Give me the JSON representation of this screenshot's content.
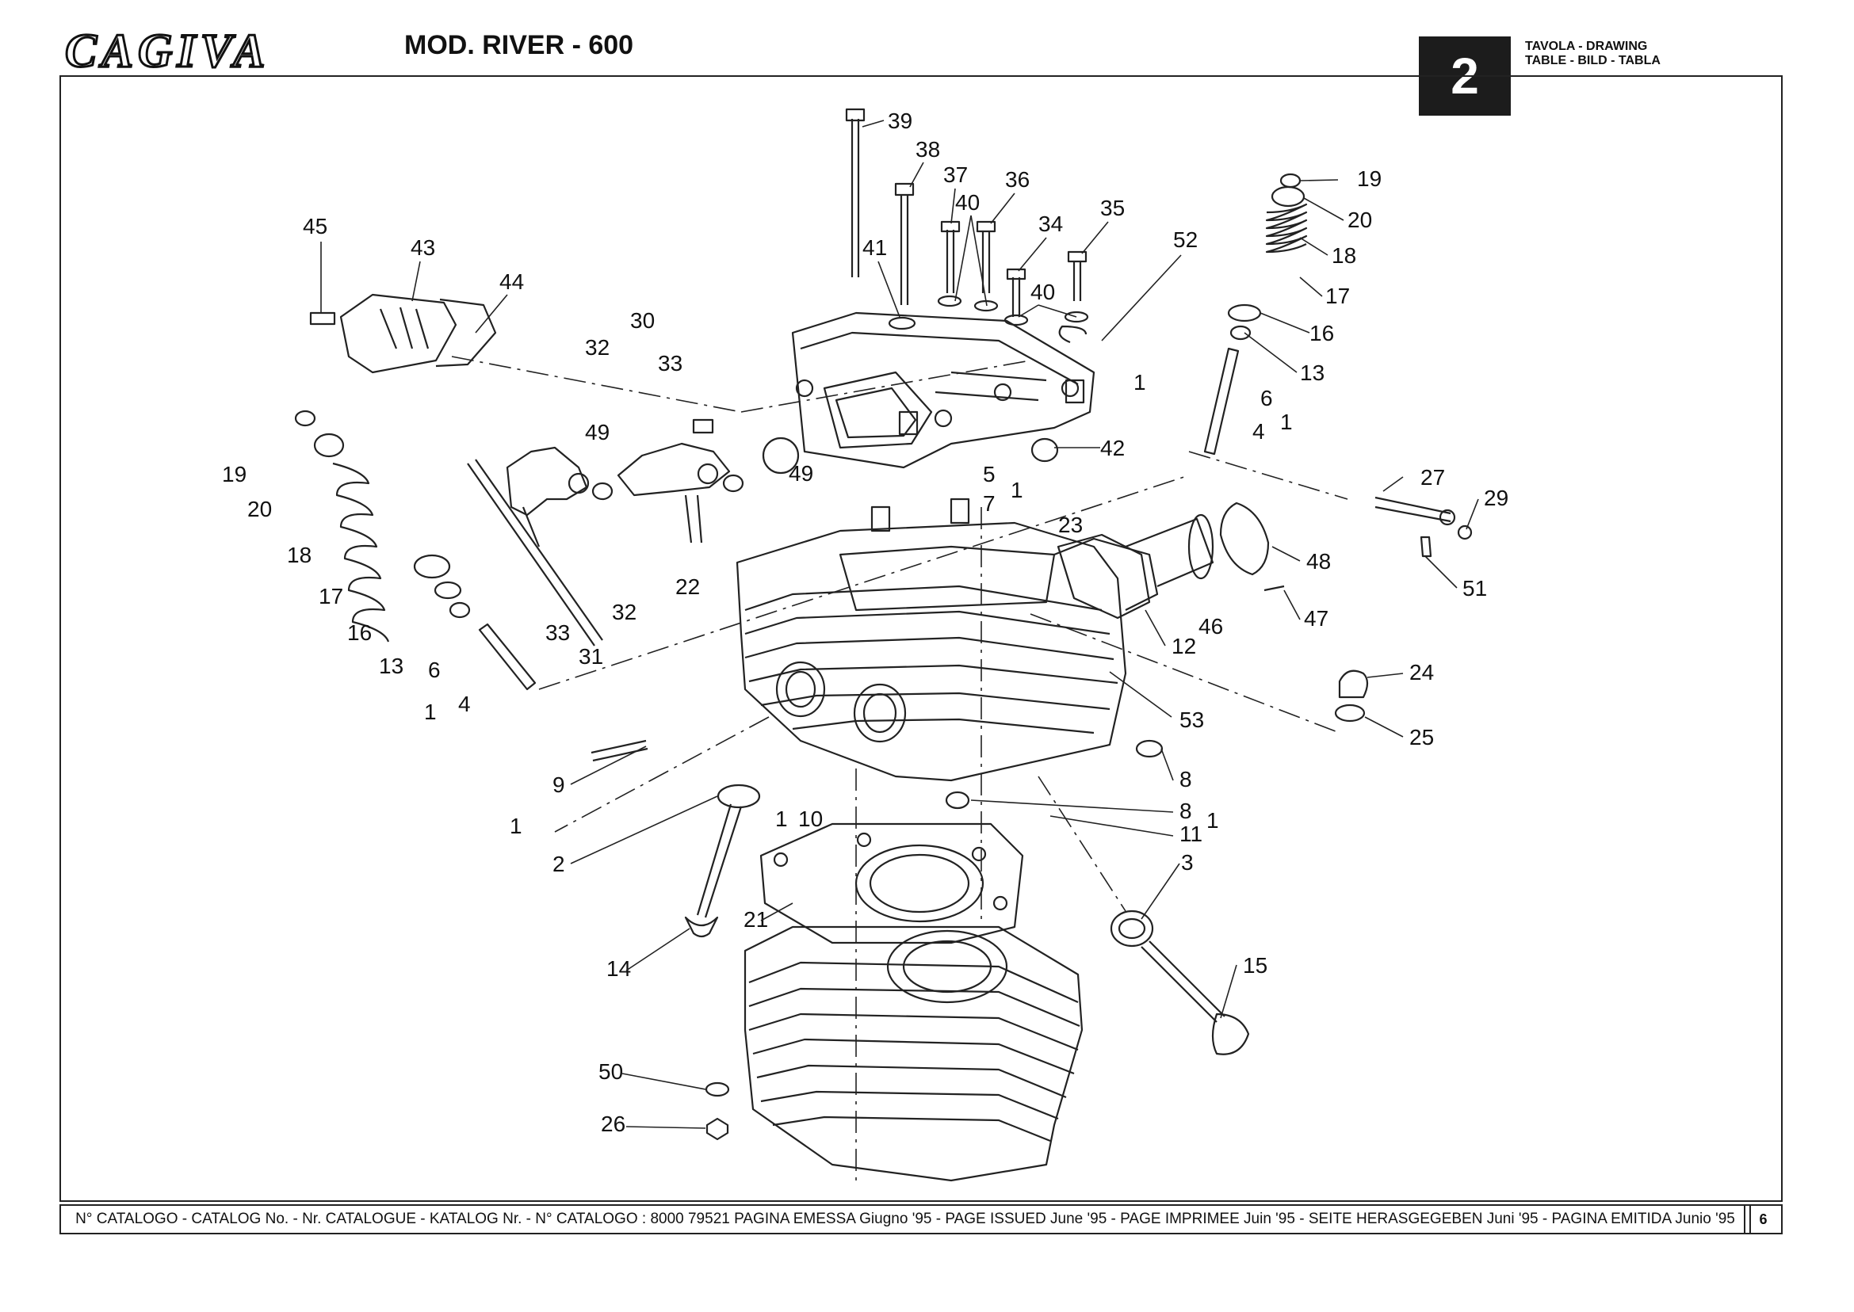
{
  "header": {
    "brand": "CAGIVA",
    "model": "MOD. RIVER - 600",
    "table_number": "2",
    "table_label_line1": "TAVOLA - DRAWING",
    "table_label_line2": "TABLE - BILD - TABLA"
  },
  "footer": {
    "text": "N° CATALOGO - CATALOG No. - Nr. CATALOGUE - KATALOG Nr. - N° CATALOGO : 8000 79521  PAGINA EMESSA Giugno '95 - PAGE ISSUED  June '95 - PAGE IMPRIMEE Juin '95 - SEITE HERASGEGEBEN Juni '95 - PAGINA EMITIDA  Junio '95",
    "page_number": "6"
  },
  "callouts": [
    "39",
    "38",
    "37",
    "40",
    "36",
    "34",
    "35",
    "41",
    "40",
    "52",
    "45",
    "43",
    "44",
    "30",
    "32",
    "33",
    "49",
    "49",
    "1",
    "42",
    "19",
    "20",
    "18",
    "17",
    "16",
    "13",
    "6",
    "4",
    "1",
    "19",
    "20",
    "18",
    "17",
    "16",
    "13",
    "6",
    "4",
    "1",
    "33",
    "31",
    "32",
    "5",
    "1",
    "7",
    "22",
    "23",
    "27",
    "29",
    "48",
    "51",
    "46",
    "47",
    "12",
    "53",
    "24",
    "25",
    "9",
    "1",
    "2",
    "8",
    "8",
    "1",
    "11",
    "10",
    "1",
    "3",
    "21",
    "14",
    "15",
    "50",
    "26"
  ]
}
